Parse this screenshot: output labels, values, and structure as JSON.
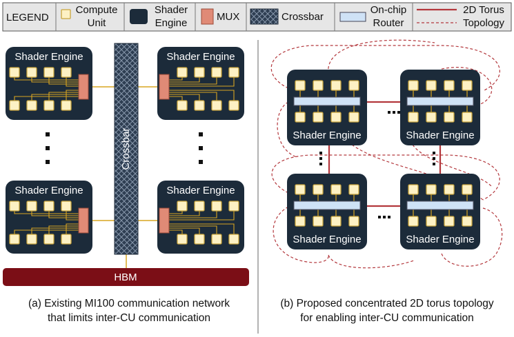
{
  "legend": {
    "title": "LEGEND",
    "items": [
      {
        "key": "compute_unit",
        "lines": [
          "Compute",
          "Unit"
        ]
      },
      {
        "key": "shader_engine",
        "lines": [
          "Shader",
          "Engine"
        ]
      },
      {
        "key": "mux",
        "lines": [
          "MUX"
        ]
      },
      {
        "key": "crossbar",
        "lines": [
          "Crossbar"
        ]
      },
      {
        "key": "router",
        "lines": [
          "On-chip",
          "Router"
        ]
      },
      {
        "key": "torus",
        "lines": [
          "2D Torus",
          "Topology"
        ]
      }
    ]
  },
  "left": {
    "shader_engine_label": "Shader Engine",
    "crossbar_label": "Crossbar",
    "hbm_label": "HBM",
    "caption_lines": [
      "(a) Existing MI100 communication network",
      "that limits inter-CU communication"
    ]
  },
  "right": {
    "shader_engine_label": "Shader Engine",
    "caption_lines": [
      "(b) Proposed concentrated 2D torus topology",
      "for enabling inter-CU communication"
    ]
  },
  "colors": {
    "shader_engine": "#1c2b3a",
    "compute_unit": "#fdf1c4",
    "compute_unit_border": "#c9a53e",
    "mux": "#e08a76",
    "mux_border": "#9a4a38",
    "crossbar": "#2e3e52",
    "router": "#cfe2f6",
    "torus": "#b3373c",
    "hbm": "#7b0e16",
    "wire": "#d9a521"
  }
}
